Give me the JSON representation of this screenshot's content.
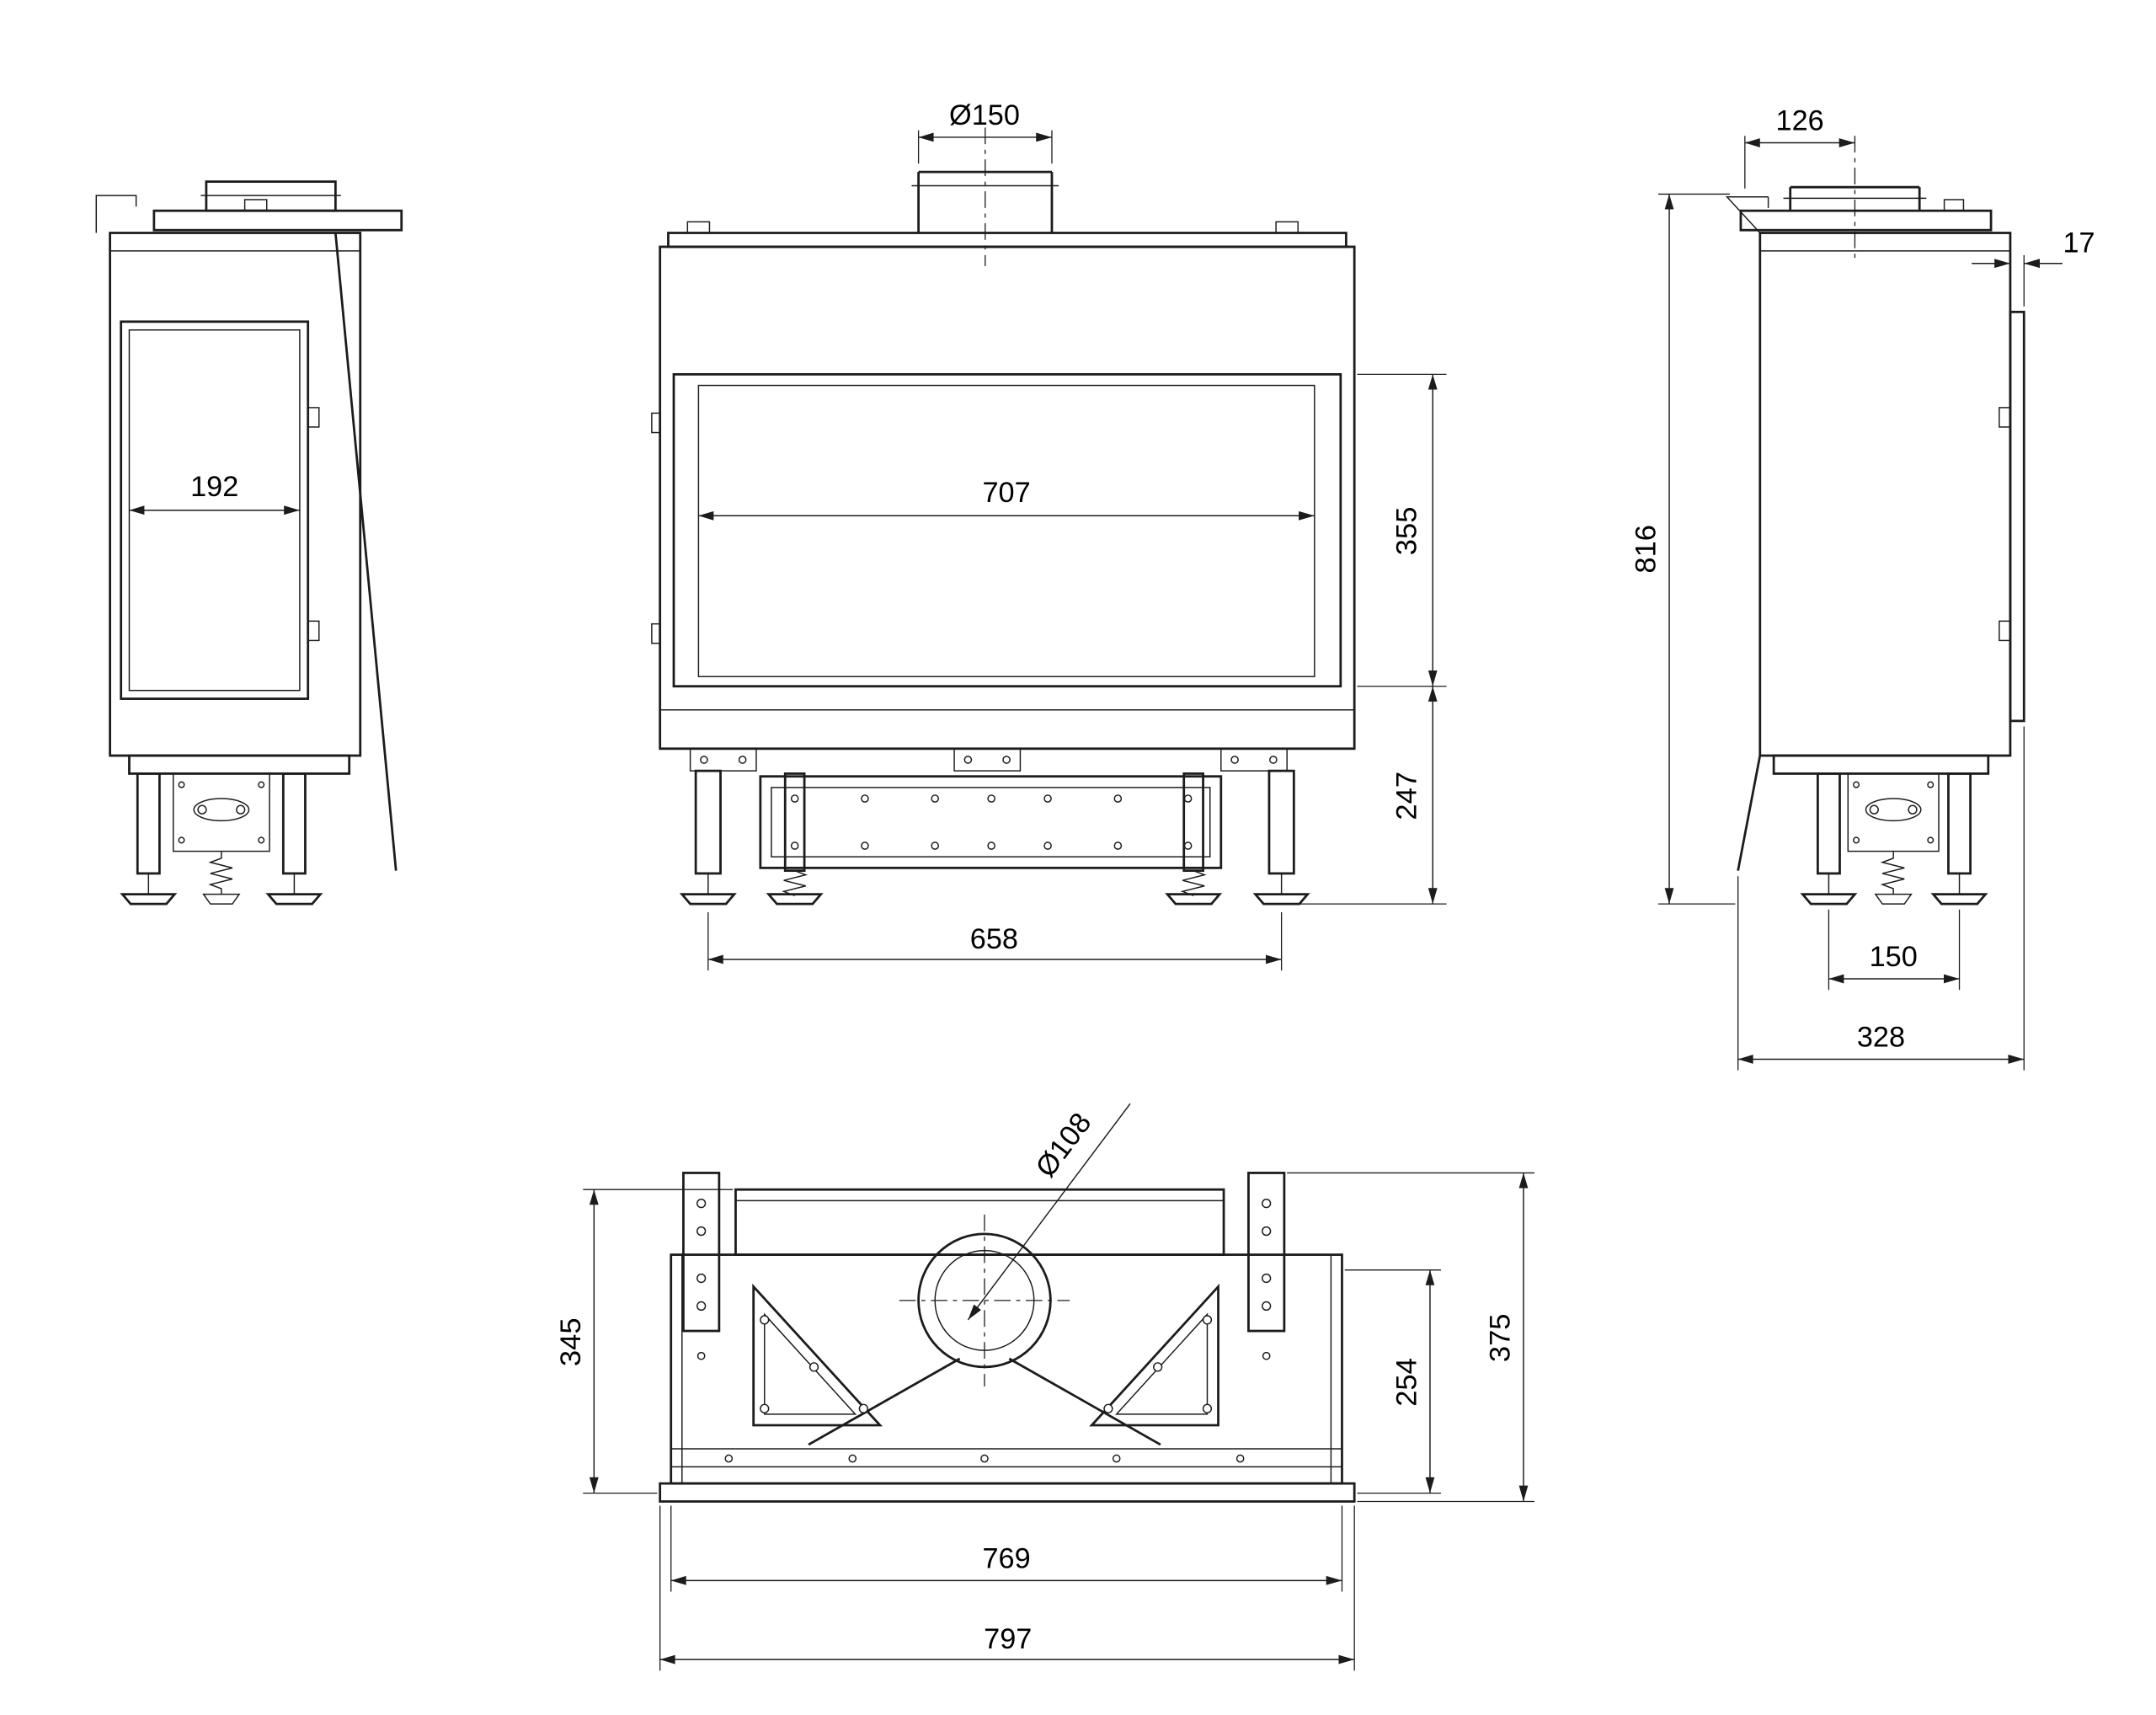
{
  "dims": {
    "left_glass_width": "192",
    "flue_diameter": "Ø150",
    "front_glass_width": "707",
    "front_glass_height": "355",
    "base_height": "247",
    "front_feet_span": "658",
    "flue_center_offset": "126",
    "glass_lip": "17",
    "total_height": "816",
    "side_feet_span": "150",
    "total_depth": "328",
    "top_flue_diameter": "Ø108",
    "rear_depth": "345",
    "front_depth": "254",
    "top_total_depth": "375",
    "inner_width": "769",
    "total_width": "797"
  }
}
